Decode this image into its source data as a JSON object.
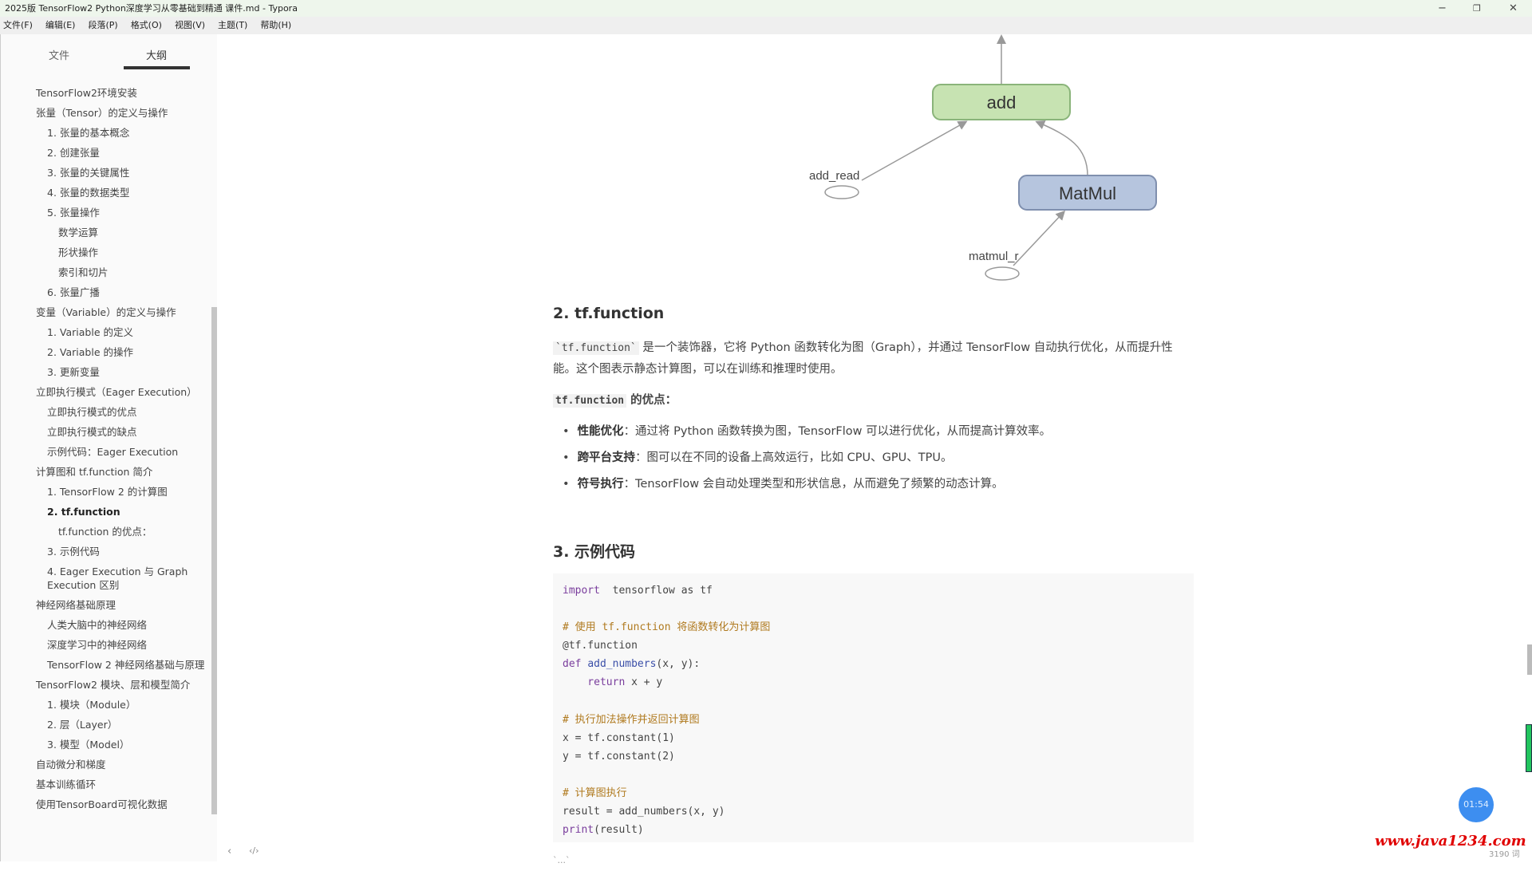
{
  "window": {
    "title": "2025版 TensorFlow2 Python深度学习从零基础到精通 课件.md - Typora",
    "minimize": "−",
    "restore": "❐",
    "close": "✕"
  },
  "menu": [
    "文件(F)",
    "编辑(E)",
    "段落(P)",
    "格式(O)",
    "视图(V)",
    "主题(T)",
    "帮助(H)"
  ],
  "sidebar": {
    "tabs": [
      "文件",
      "大纲"
    ],
    "active_tab": "大纲",
    "items": [
      {
        "t": "TensorFlow2环境安装",
        "l": 0
      },
      {
        "t": "张量（Tensor）的定义与操作",
        "l": 0
      },
      {
        "t": "1. 张量的基本概念",
        "l": 1
      },
      {
        "t": "2. 创建张量",
        "l": 1
      },
      {
        "t": "3. 张量的关键属性",
        "l": 1
      },
      {
        "t": "4. 张量的数据类型",
        "l": 1
      },
      {
        "t": "5. 张量操作",
        "l": 1
      },
      {
        "t": "数学运算",
        "l": 2
      },
      {
        "t": "形状操作",
        "l": 2
      },
      {
        "t": "索引和切片",
        "l": 2
      },
      {
        "t": "6. 张量广播",
        "l": 1
      },
      {
        "t": "变量（Variable）的定义与操作",
        "l": 0
      },
      {
        "t": "1. Variable 的定义",
        "l": 1
      },
      {
        "t": "2. Variable 的操作",
        "l": 1
      },
      {
        "t": "3. 更新变量",
        "l": 1
      },
      {
        "t": "立即执行模式（Eager Execution）",
        "l": 0
      },
      {
        "t": "立即执行模式的优点",
        "l": 1
      },
      {
        "t": "立即执行模式的缺点",
        "l": 1
      },
      {
        "t": "示例代码：Eager Execution",
        "l": 1
      },
      {
        "t": "计算图和 tf.function 简介",
        "l": 0
      },
      {
        "t": "1. TensorFlow 2 的计算图",
        "l": 1
      },
      {
        "t": "2. tf.function",
        "l": 1,
        "active": true
      },
      {
        "t": "tf.function 的优点：",
        "l": 2
      },
      {
        "t": "3. 示例代码",
        "l": 1
      },
      {
        "t": "4. Eager Execution 与 Graph Execution 区别",
        "l": 1
      },
      {
        "t": "神经网络基础原理",
        "l": 0
      },
      {
        "t": "人类大脑中的神经网络",
        "l": 1
      },
      {
        "t": "深度学习中的神经网络",
        "l": 1
      },
      {
        "t": "TensorFlow 2 神经网络基础与原理",
        "l": 1
      },
      {
        "t": "TensorFlow2 模块、层和模型简介",
        "l": 0
      },
      {
        "t": "1. 模块（Module）",
        "l": 1
      },
      {
        "t": "2. 层（Layer）",
        "l": 1
      },
      {
        "t": "3. 模型（Model）",
        "l": 1
      },
      {
        "t": "自动微分和梯度",
        "l": 0
      },
      {
        "t": "基本训练循环",
        "l": 0
      },
      {
        "t": "使用TensorBoard可视化数据",
        "l": 0
      }
    ],
    "footer_left": "‹",
    "footer_code": "‹/›"
  },
  "diagram": {
    "node_add": "add",
    "node_matmul": "MatMul",
    "input_add": "add_read",
    "input_matmul": "matmul_r"
  },
  "section2": {
    "heading": "2. tf.function",
    "para_code": "`tf.function`",
    "para_text": " 是一个装饰器，它将 Python 函数转化为图（Graph），并通过 TensorFlow 自动执行优化，从而提升性能。这个图表示静态计算图，可以在训练和推理时使用。",
    "adv_code": "tf.function",
    "adv_text": " 的优点：",
    "bullets": [
      {
        "b": "性能优化",
        "t": "：通过将 Python 函数转换为图，TensorFlow 可以进行优化，从而提高计算效率。"
      },
      {
        "b": "跨平台支持",
        "t": "：图可以在不同的设备上高效运行，比如 CPU、GPU、TPU。"
      },
      {
        "b": "符号执行",
        "t": "：TensorFlow 会自动处理类型和形状信息，从而避免了频繁的动态计算。"
      }
    ]
  },
  "section3": {
    "heading": "3. 示例代码",
    "code": [
      [
        [
          "kw",
          "import"
        ],
        [
          "",
          "  tensorflow as tf"
        ]
      ],
      [],
      [
        [
          "cm",
          "# 使用 tf.function 将函数转化为计算图"
        ]
      ],
      [
        [
          "",
          "@tf.function"
        ]
      ],
      [
        [
          "kw",
          "def "
        ],
        [
          "fn",
          "add_numbers"
        ],
        [
          "",
          "(x, y):"
        ]
      ],
      [
        [
          "kw",
          "    return"
        ],
        [
          "",
          " x + y"
        ]
      ],
      [],
      [
        [
          "cm",
          "# 执行加法操作并返回计算图"
        ]
      ],
      [
        [
          "",
          "x = tf.constant(1)"
        ]
      ],
      [
        [
          "",
          "y = tf.constant(2)"
        ]
      ],
      [],
      [
        [
          "cm",
          "# 计算图执行"
        ]
      ],
      [
        [
          "",
          "result = add_numbers(x, y)"
        ]
      ],
      [
        [
          "kw",
          "print"
        ],
        [
          "",
          "(result)"
        ]
      ]
    ],
    "after": "`...`"
  },
  "overlay": {
    "timer": "01:54",
    "watermark": "www.java1234.com",
    "word_count": "3190 词"
  }
}
